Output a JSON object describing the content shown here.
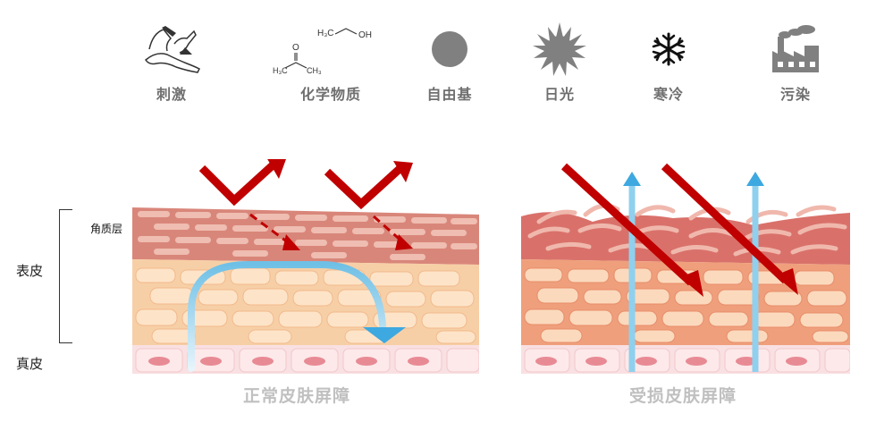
{
  "factors": [
    {
      "icon": "irritation-icon",
      "label": "刺激"
    },
    {
      "icon": "chemical-structure-icon",
      "label": "化学物质"
    },
    {
      "icon": "free-radical-icon",
      "label": "自由基"
    },
    {
      "icon": "sun-icon",
      "label": "日光"
    },
    {
      "icon": "snowflake-icon",
      "label": "寒冷"
    },
    {
      "icon": "factory-icon",
      "label": "污染"
    }
  ],
  "chemical": {
    "h3c_a": "H₃C",
    "h3c_b": "H₃C",
    "ch3": "CH₃",
    "oh": "OH",
    "o": "O"
  },
  "layers": {
    "stratum_corneum": "角质层",
    "epidermis": "表皮",
    "dermis": "真皮"
  },
  "captions": {
    "normal": "正常皮肤屏障",
    "damaged": "受损皮肤屏障"
  },
  "colors": {
    "red_arrow": "#c00000",
    "blue_arrow": "#5bb8e3",
    "stratum": "#d9867a",
    "epidermis_cell": "#fde4c8",
    "dermis": "#f9e0e2"
  }
}
